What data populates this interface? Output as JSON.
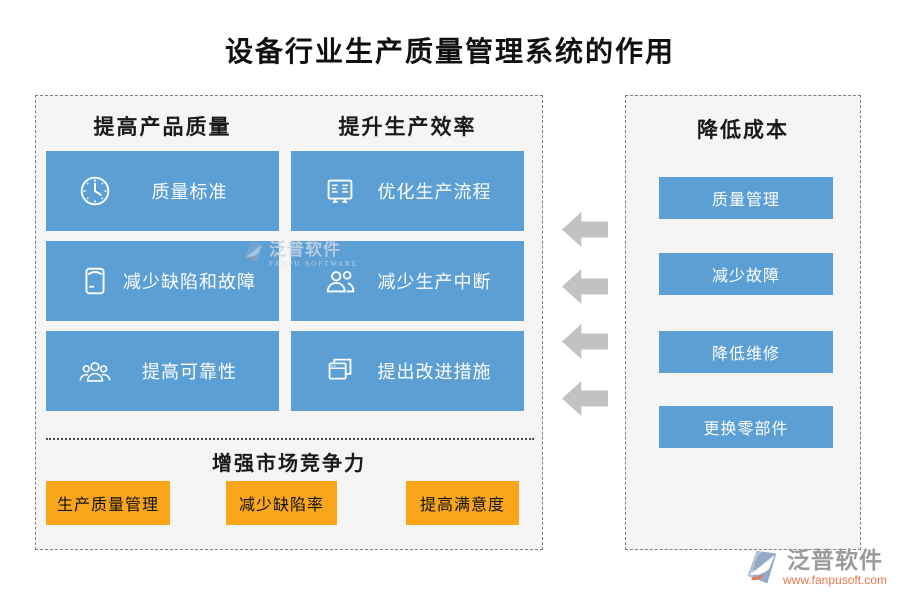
{
  "title": "设备行业生产质量管理系统的作用",
  "colors": {
    "primary_blue": "#5b9fd4",
    "accent_orange": "#f9a61b",
    "arrow_gray": "#c2c2c2",
    "panel_bg": "#f5f5f5"
  },
  "main_panel": {
    "columns": [
      {
        "header": "提高产品质量",
        "items": [
          {
            "icon": "clock-icon",
            "label": "质量标准"
          },
          {
            "icon": "package-icon",
            "label": "减少缺陷和故障"
          },
          {
            "icon": "people-group-icon",
            "label": "提高可靠性"
          }
        ]
      },
      {
        "header": "提升生产效率",
        "items": [
          {
            "icon": "task-board-icon",
            "label": "优化生产流程"
          },
          {
            "icon": "two-users-icon",
            "label": "减少生产中断"
          },
          {
            "icon": "overlapping-windows-icon",
            "label": "提出改进措施"
          }
        ]
      }
    ],
    "bottom": {
      "header": "增强市场竞争力",
      "tags": [
        {
          "label": "生产质量管理"
        },
        {
          "label": "减少缺陷率"
        },
        {
          "label": "提高满意度"
        }
      ]
    }
  },
  "arrows": {
    "count": 4,
    "direction": "left"
  },
  "right_panel": {
    "header": "降低成本",
    "items": [
      {
        "label": "质量管理"
      },
      {
        "label": "减少故障"
      },
      {
        "label": "降低维修"
      },
      {
        "label": "更换零部件"
      }
    ]
  },
  "watermark": {
    "brand": "泛普软件",
    "brand_en": "FANPU SOFTWARE"
  },
  "logo": {
    "brand": "泛普软件",
    "website": "www.fanpusoft.com"
  }
}
